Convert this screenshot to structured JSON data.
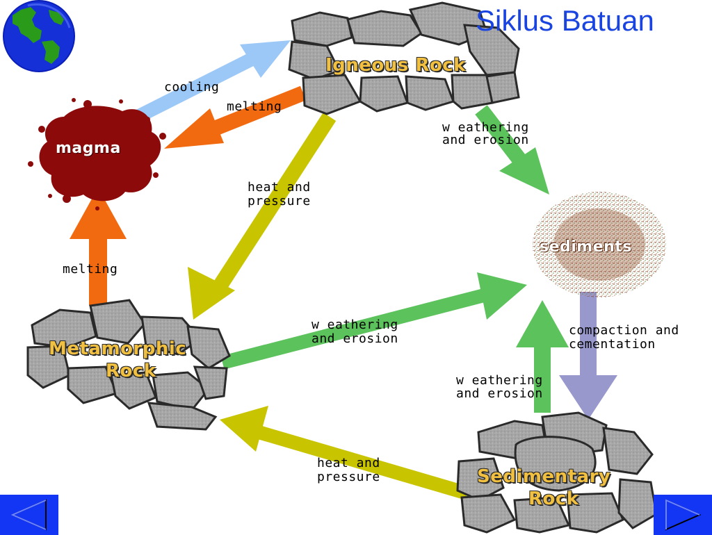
{
  "title": "Siklus Batuan",
  "nodes": {
    "igneous": "Igneous Rock",
    "magma": "magma",
    "sediments": "sediments",
    "metamorphic_line1": "Metamorphic",
    "metamorphic_line2": "Rock",
    "sedimentary_line1": "Sedimentary",
    "sedimentary_line2": "Rock"
  },
  "edges": {
    "cooling": "cooling",
    "melting_top": "melting",
    "weathering_top_1": "w eathering",
    "weathering_top_2": "and erosion",
    "heat_left_1": "heat and",
    "heat_left_2": "pressure",
    "melting_left": "melting",
    "weathering_mid_1": "w eathering",
    "weathering_mid_2": "and erosion",
    "compaction_1": "compaction and",
    "compaction_2": "cementation",
    "weathering_bottom_1": "w eathering",
    "weathering_bottom_2": "and erosion",
    "heat_bottom_1": "heat and",
    "heat_bottom_2": "pressure"
  },
  "colors": {
    "title": "#1a44e0",
    "cooling_arrow": "#9cc8f8",
    "melting_arrow": "#f26a10",
    "weathering_arrow": "#5cc25c",
    "heat_arrow": "#c8c400",
    "compaction_arrow": "#9898cc",
    "magma": "#8c0a0a",
    "rock_fill": "#a0a0a0",
    "rock_stroke": "#2a2a2a",
    "node_text": "#f2c040",
    "nav_button": "#1336f5"
  },
  "navigation": {
    "prev_icon": "triangle-left-icon",
    "next_icon": "triangle-right-icon"
  },
  "globe_icon": "globe-icon"
}
